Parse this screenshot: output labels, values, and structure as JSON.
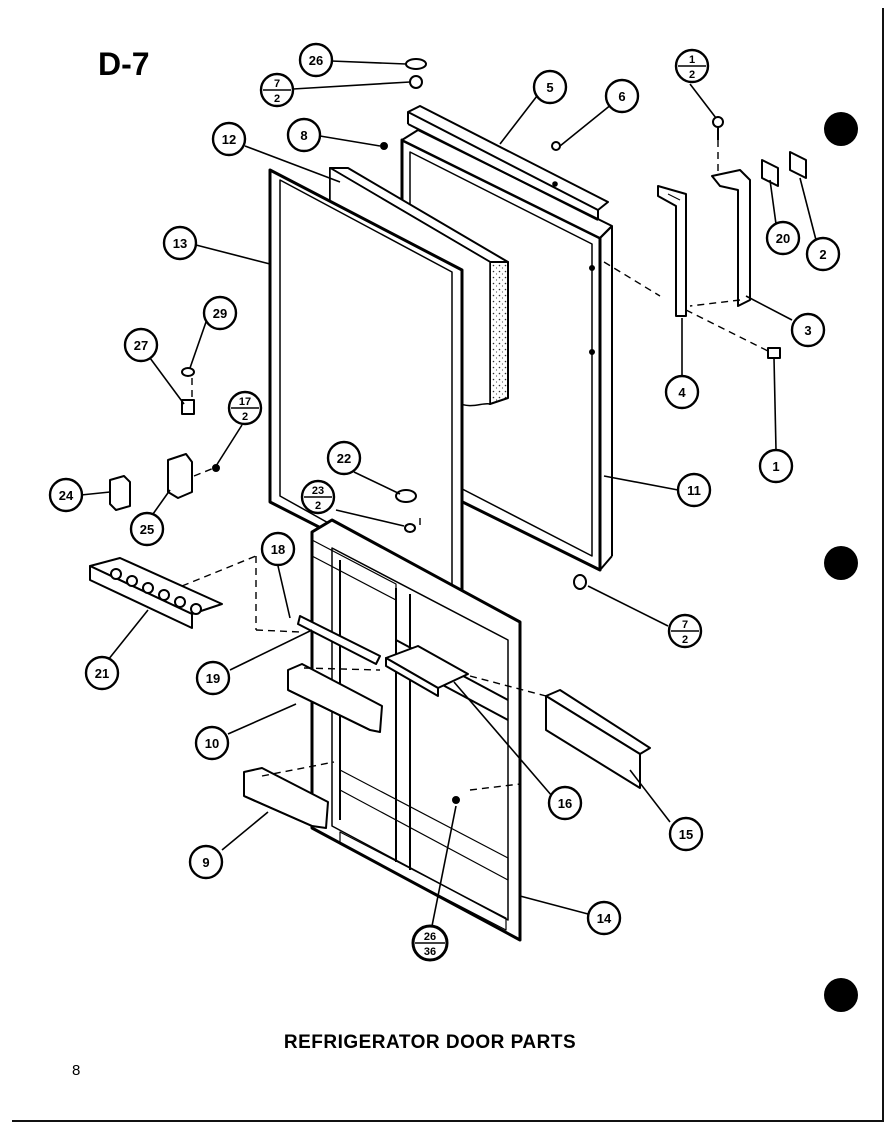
{
  "page_id": "D-7",
  "caption": "REFRIGERATOR DOOR PARTS",
  "page_number": "8",
  "callouts": {
    "c26top": "26",
    "c72top_n": "7",
    "c72top_d": "2",
    "c5": "5",
    "c6": "6",
    "c12top_n": "1",
    "c12top_d": "2",
    "c8": "8",
    "c12": "12",
    "c20": "20",
    "c2": "2",
    "c13": "13",
    "c3": "3",
    "c29": "29",
    "c27": "27",
    "c4": "4",
    "c1": "1",
    "c172_n": "17",
    "c172_d": "2",
    "c22": "22",
    "c24": "24",
    "c232_n": "23",
    "c232_d": "2",
    "c11": "11",
    "c25": "25",
    "c18": "18",
    "c72bot_n": "7",
    "c72bot_d": "2",
    "c21": "21",
    "c19": "19",
    "c10": "10",
    "c16": "16",
    "c15": "15",
    "c9": "9",
    "c14": "14",
    "c2636_n": "26",
    "c2636_d": "36"
  }
}
